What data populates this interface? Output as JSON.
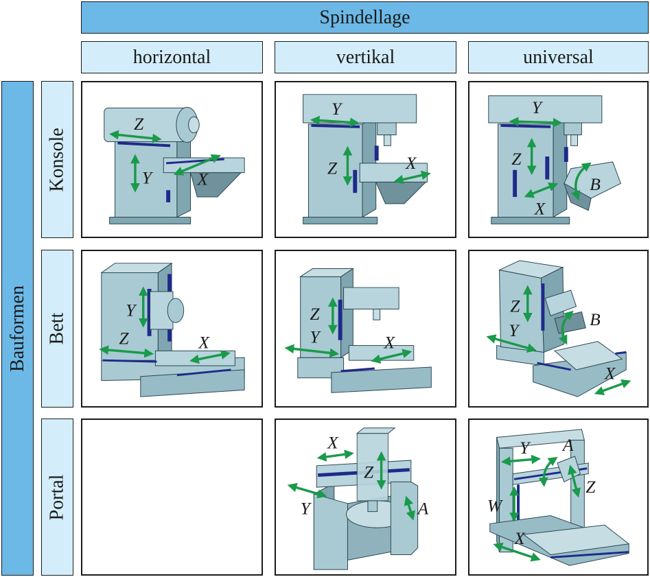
{
  "header": {
    "title": "Spindellage",
    "columns": [
      "horizontal",
      "vertikal",
      "universal"
    ]
  },
  "side": {
    "title": "Bauformen",
    "rows": [
      "Konsole",
      "Bett",
      "Portal"
    ]
  },
  "axis_labels": {
    "konsole_horizontal": [
      "Z",
      "Y",
      "X"
    ],
    "konsole_vertikal": [
      "Y",
      "Z",
      "X"
    ],
    "konsole_universal": [
      "Y",
      "Z",
      "X",
      "B"
    ],
    "bett_horizontal": [
      "Y",
      "Z",
      "X"
    ],
    "bett_vertikal": [
      "Z",
      "Y",
      "X"
    ],
    "bett_universal": [
      "Z",
      "Y",
      "B",
      "X"
    ],
    "portal_vertikal": [
      "X",
      "Z",
      "Y",
      "A"
    ],
    "portal_universal": [
      "Y",
      "A",
      "W",
      "Z",
      "X"
    ]
  },
  "colors": {
    "header_dark": "#6cb8e6",
    "header_light": "#d3eefa",
    "machine": "#a9cad3",
    "machine_dark": "#7fa6b1",
    "guide": "#1f2a8a",
    "arrow": "#1a9a4a"
  }
}
